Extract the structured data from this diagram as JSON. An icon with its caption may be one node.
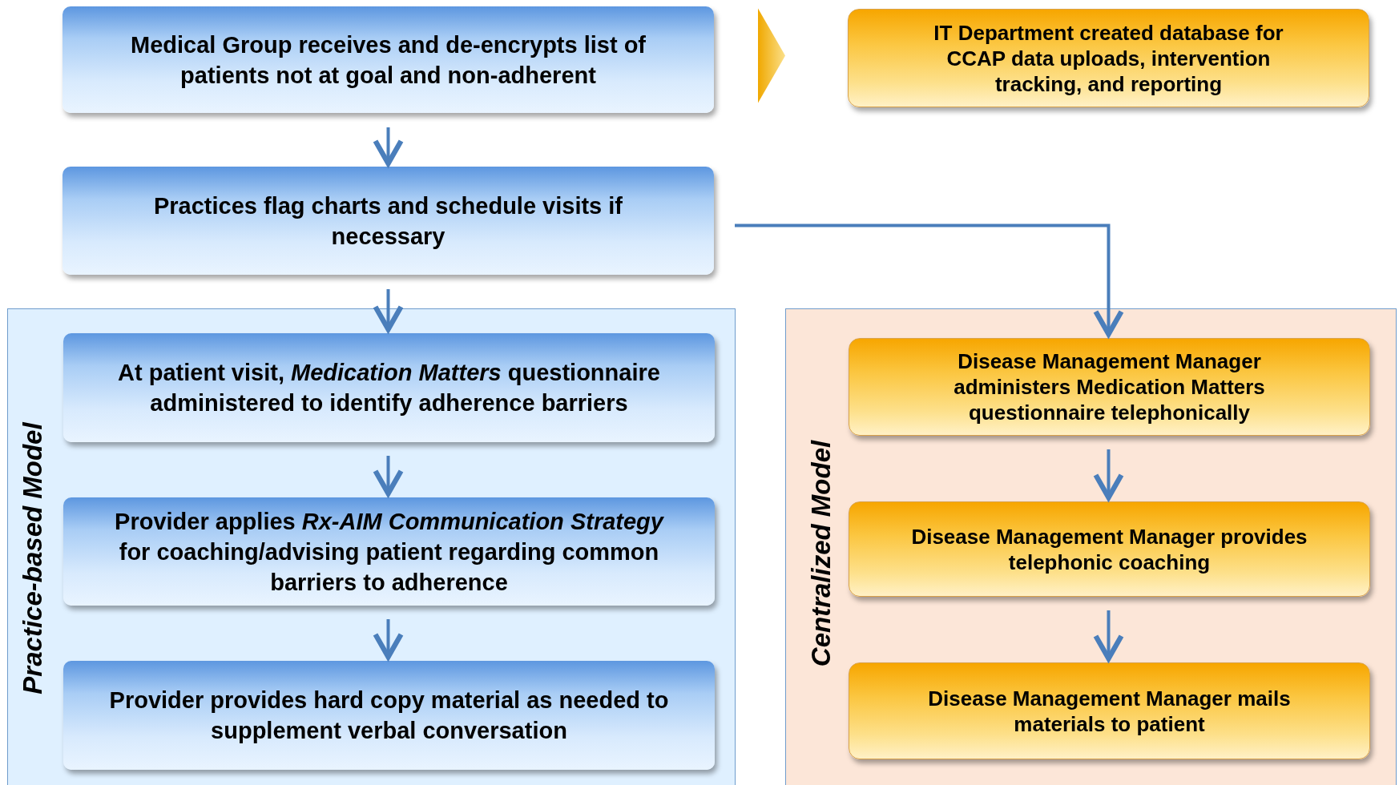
{
  "diagram": {
    "nodes": [
      {
        "text": [
          "Medical Group receives and de-encrypts list of patients not at goal and non-adherent"
        ]
      },
      {
        "text": [
          "IT Department created database for CCAP data uploads, intervention tracking, and reporting"
        ]
      },
      {
        "text": [
          "Practices flag charts and schedule visits if necessary"
        ]
      },
      {
        "text": [
          "Practice-based Model"
        ]
      },
      {
        "text": [
          "At patient visit, *Medication Matters* questionnaire administered to identify adherence barriers"
        ],
        "in": 3
      },
      {
        "text": [
          "Provider applies *Rx-AIM Communication Strategy* for coaching/advising patient regarding common barriers to adherence"
        ],
        "in": 3
      },
      {
        "text": [
          "Provider provides hard copy material as needed to supplement verbal conversation"
        ],
        "in": 3
      },
      {
        "text": [
          "Centralized Model"
        ]
      },
      {
        "text": [
          "Disease Management Manager administers Medication Matters questionnaire telephonically"
        ],
        "in": 7
      },
      {
        "text": [
          "Disease Management Manager provides telephonic coaching"
        ],
        "in": 7
      },
      {
        "text": [
          "Disease Management Manager mails materials to patient"
        ],
        "in": 7
      }
    ],
    "edges": [
      {
        "from": 0,
        "to": 2,
        "arrow": "to"
      },
      {
        "from": 0,
        "to": 1,
        "arrow": "to",
        "style": "thick",
        "color": "#f0a800"
      },
      {
        "from": 2,
        "to": 4,
        "arrow": "to"
      },
      {
        "from": 2,
        "to": 8,
        "arrow": "to"
      },
      {
        "from": 4,
        "to": 5,
        "arrow": "to"
      },
      {
        "from": 5,
        "to": 6,
        "arrow": "to"
      },
      {
        "from": 8,
        "to": 9,
        "arrow": "to"
      },
      {
        "from": 9,
        "to": 10,
        "arrow": "to"
      }
    ]
  }
}
